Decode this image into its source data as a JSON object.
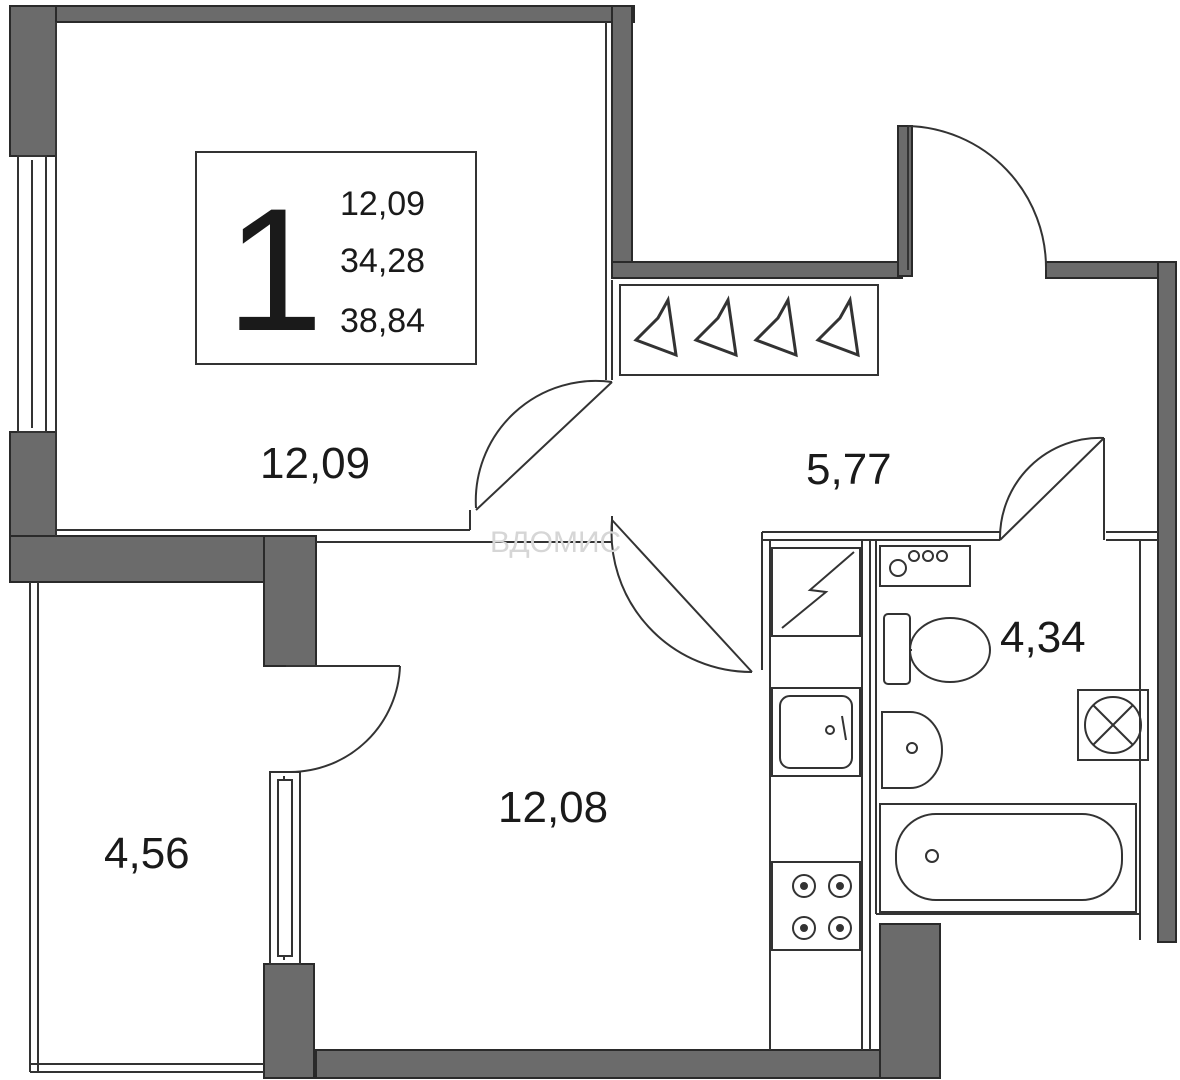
{
  "info_box": {
    "rooms": "1",
    "living_area": "12,09",
    "total_area": "34,28",
    "total_with_balcony": "38,84"
  },
  "rooms": {
    "bedroom": "12,09",
    "hall": "5,77",
    "bathroom": "4,34",
    "kitchen": "12,08",
    "balcony": "4,56"
  },
  "watermark": "ВДОМИС",
  "colors": {
    "wall_fill": "#6b6b6b",
    "wall_stroke": "#2a2a2a",
    "line": "#333333",
    "background": "#ffffff"
  },
  "icons": [
    "hanger-icon",
    "electrical-panel-icon",
    "toilet-icon",
    "washbasin-icon",
    "ventilation-icon",
    "bathtub-icon",
    "kitchen-sink-icon",
    "stove-icon"
  ]
}
